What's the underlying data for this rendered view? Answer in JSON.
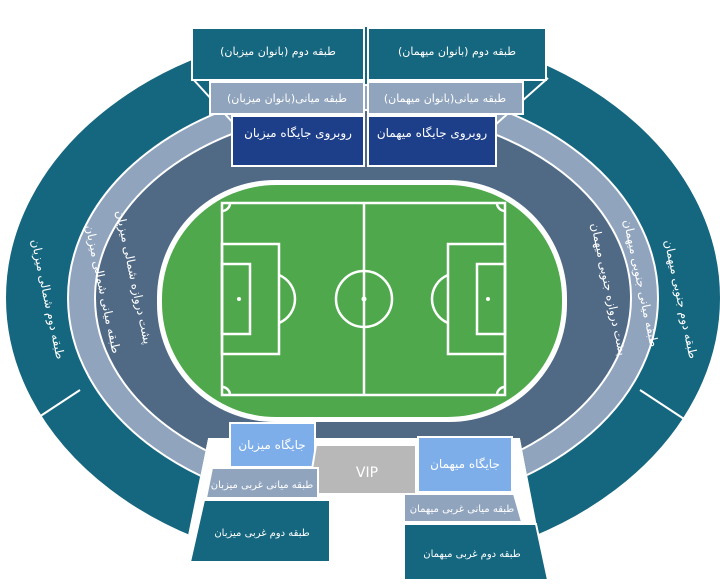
{
  "colors": {
    "outer_ring": "#15667f",
    "middle_ring": "#90a4bd",
    "inner_ring": "#506a86",
    "vip_blue": "#1d3f8a",
    "home_box": "#7eaeea",
    "vip_gray": "#b8b8b8",
    "pitch": "#4fa94c",
    "lines": "#ffffff"
  },
  "sections": {
    "top_outer_home": "طبقه دوم (بانوان میزبان)",
    "top_outer_away": "طبقه دوم (بانوان میهمان)",
    "top_middle_home": "طبقه میانی(بانوان میزبان)",
    "top_middle_away": "طبقه میانی(بانوان میهمان)",
    "top_front_home": "روبروی جایگاه میزبان",
    "top_front_away": "روبروی جایگاه میهمان",
    "left_outer": "طبقه دوم شمالی میزبان",
    "left_middle": "طبقه میانی شمالی میزبان",
    "left_inner": "پشت دروازه شمالی میزبان",
    "right_outer": "طبقه دوم جنوبی میهمان",
    "right_middle": "طبقه میانی جنوبی میهمان",
    "right_inner": "پشت دروازه جنوبی میهمان",
    "stand_home": "جایگاه میزبان",
    "stand_away": "جایگاه میهمان",
    "vip": "VIP",
    "bottom_middle_home": "طبقه میانی غربی میزبان",
    "bottom_middle_away": "طبقه میانی غربی میهمان",
    "bottom_outer_home": "طبقه دوم غربی میزبان",
    "bottom_outer_away": "طبقه دوم غربی میهمان"
  }
}
